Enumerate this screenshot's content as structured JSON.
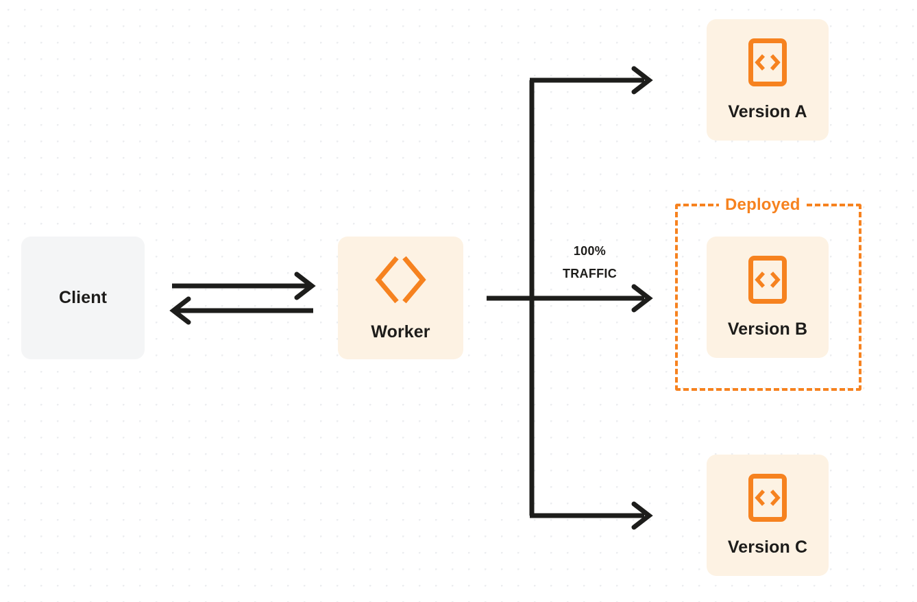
{
  "diagram": {
    "title": "Worker version traffic routing",
    "background": "#ffffff",
    "dot_grid_color": "#eceef0",
    "colors": {
      "accent_orange": "#f6821f",
      "node_orange_bg": "#fdf2e3",
      "node_grey_bg": "#f4f5f6",
      "text_dark": "#1d1c1a",
      "connector": "#1d1d1b"
    }
  },
  "nodes": {
    "client": {
      "label": "Client",
      "bg": "#f4f5f6"
    },
    "worker": {
      "label": "Worker",
      "icon": "cloudflare-workers-logo",
      "bg": "#fdf2e3"
    },
    "version_a": {
      "label": "Version A",
      "icon": "code-file-icon",
      "bg": "#fdf2e3"
    },
    "version_b": {
      "label": "Version B",
      "icon": "code-file-icon",
      "bg": "#fdf2e3"
    },
    "version_c": {
      "label": "Version C",
      "icon": "code-file-icon",
      "bg": "#fdf2e3"
    }
  },
  "group": {
    "deployed_label": "Deployed",
    "border_style": "dashed",
    "border_color": "#f6821f"
  },
  "edges": {
    "traffic_percent": "100%",
    "traffic_word": "TRAFFIC",
    "client_to_worker": "request",
    "worker_to_client": "response",
    "worker_to_version_a": "branch-top",
    "worker_to_version_b": "branch-middle",
    "worker_to_version_c": "branch-bottom"
  }
}
